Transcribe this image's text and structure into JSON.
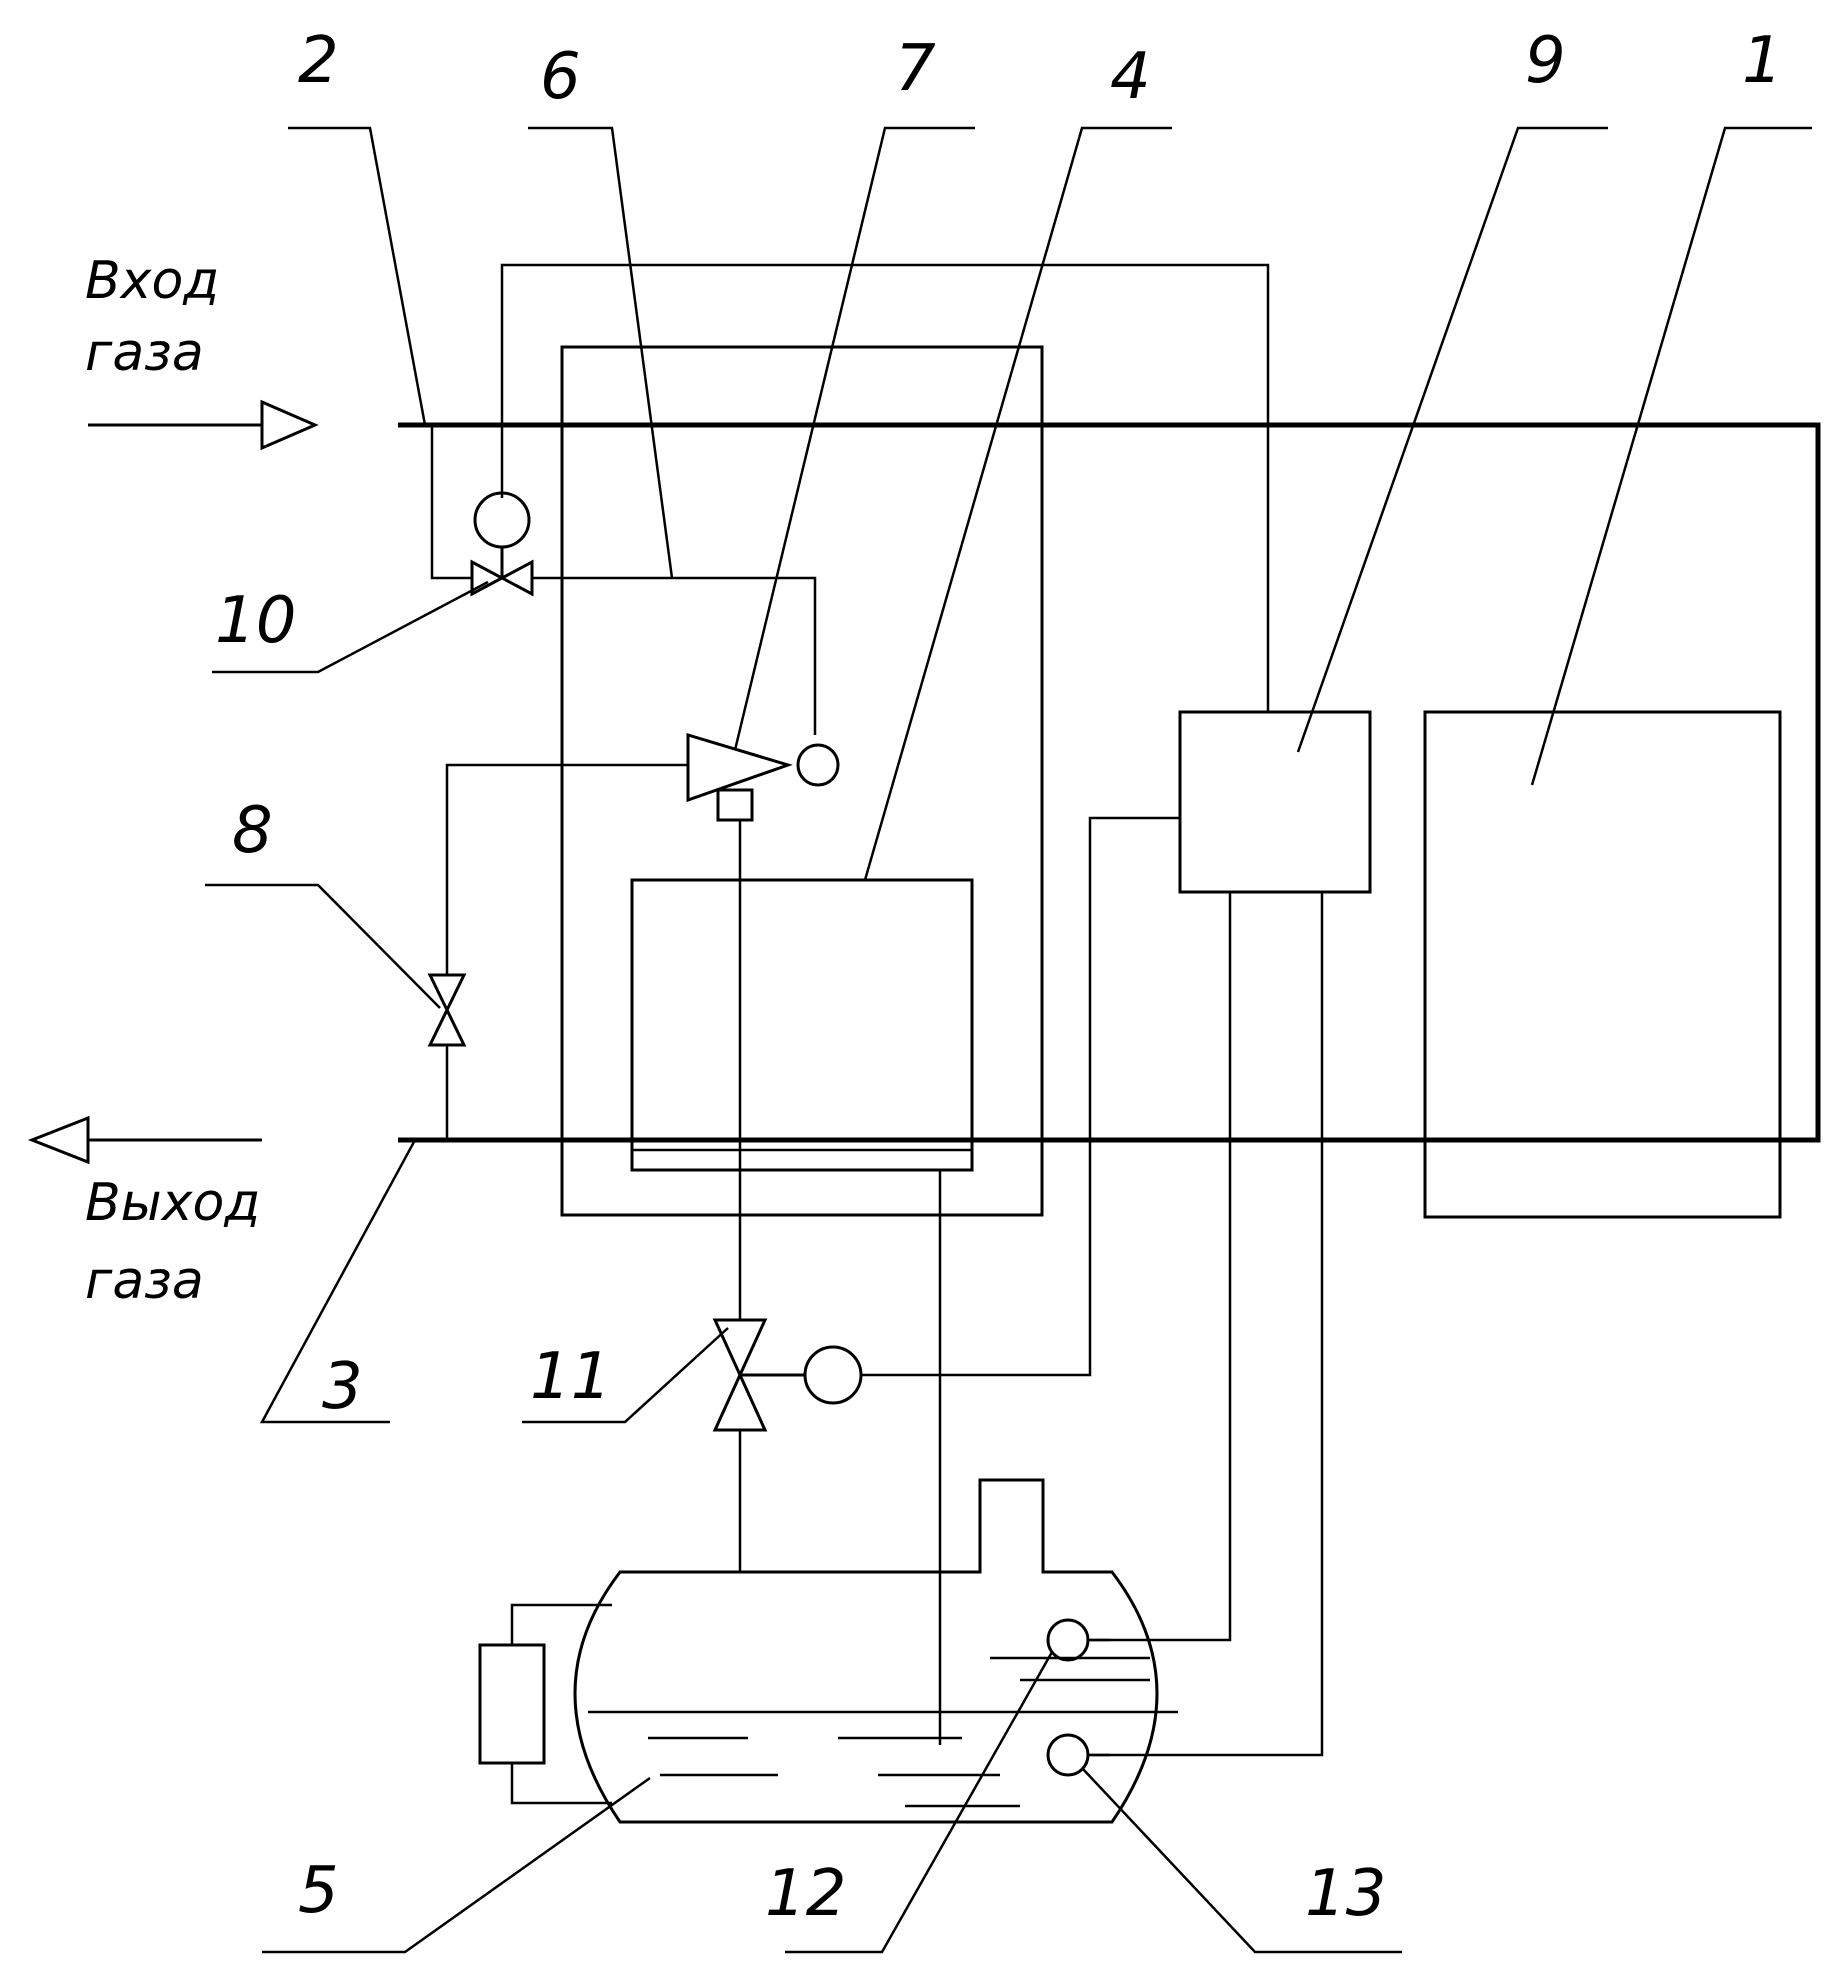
{
  "labels": {
    "inlet_line1": "Вход",
    "inlet_line2": "газа",
    "outlet_line1": "Выход",
    "outlet_line2": "газа"
  },
  "callouts": [
    "1",
    "2",
    "3",
    "4",
    "5",
    "6",
    "7",
    "8",
    "9",
    "10",
    "11",
    "12",
    "13"
  ]
}
